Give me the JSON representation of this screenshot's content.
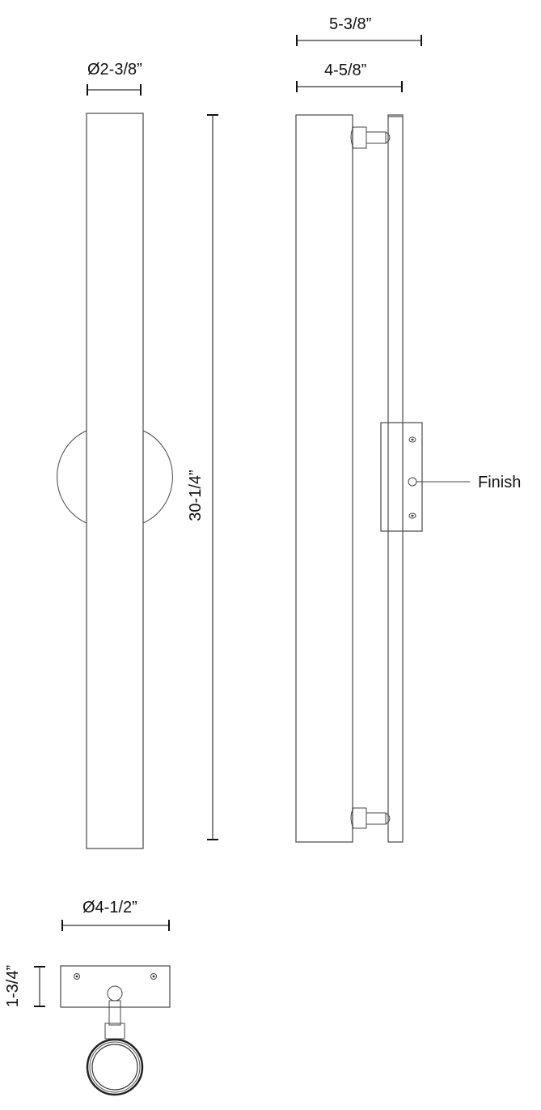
{
  "drawing": {
    "front_view": {
      "diameter_label": "Ø2-3/8”",
      "height_label": "30-1/4”"
    },
    "side_view": {
      "overall_depth_label": "5-3/8”",
      "body_depth_label": "4-5/8”",
      "callout_label": "Finish"
    },
    "top_view": {
      "backplate_width_label": "Ø4-1/2”",
      "backplate_height_label": "1-3/4”"
    }
  }
}
